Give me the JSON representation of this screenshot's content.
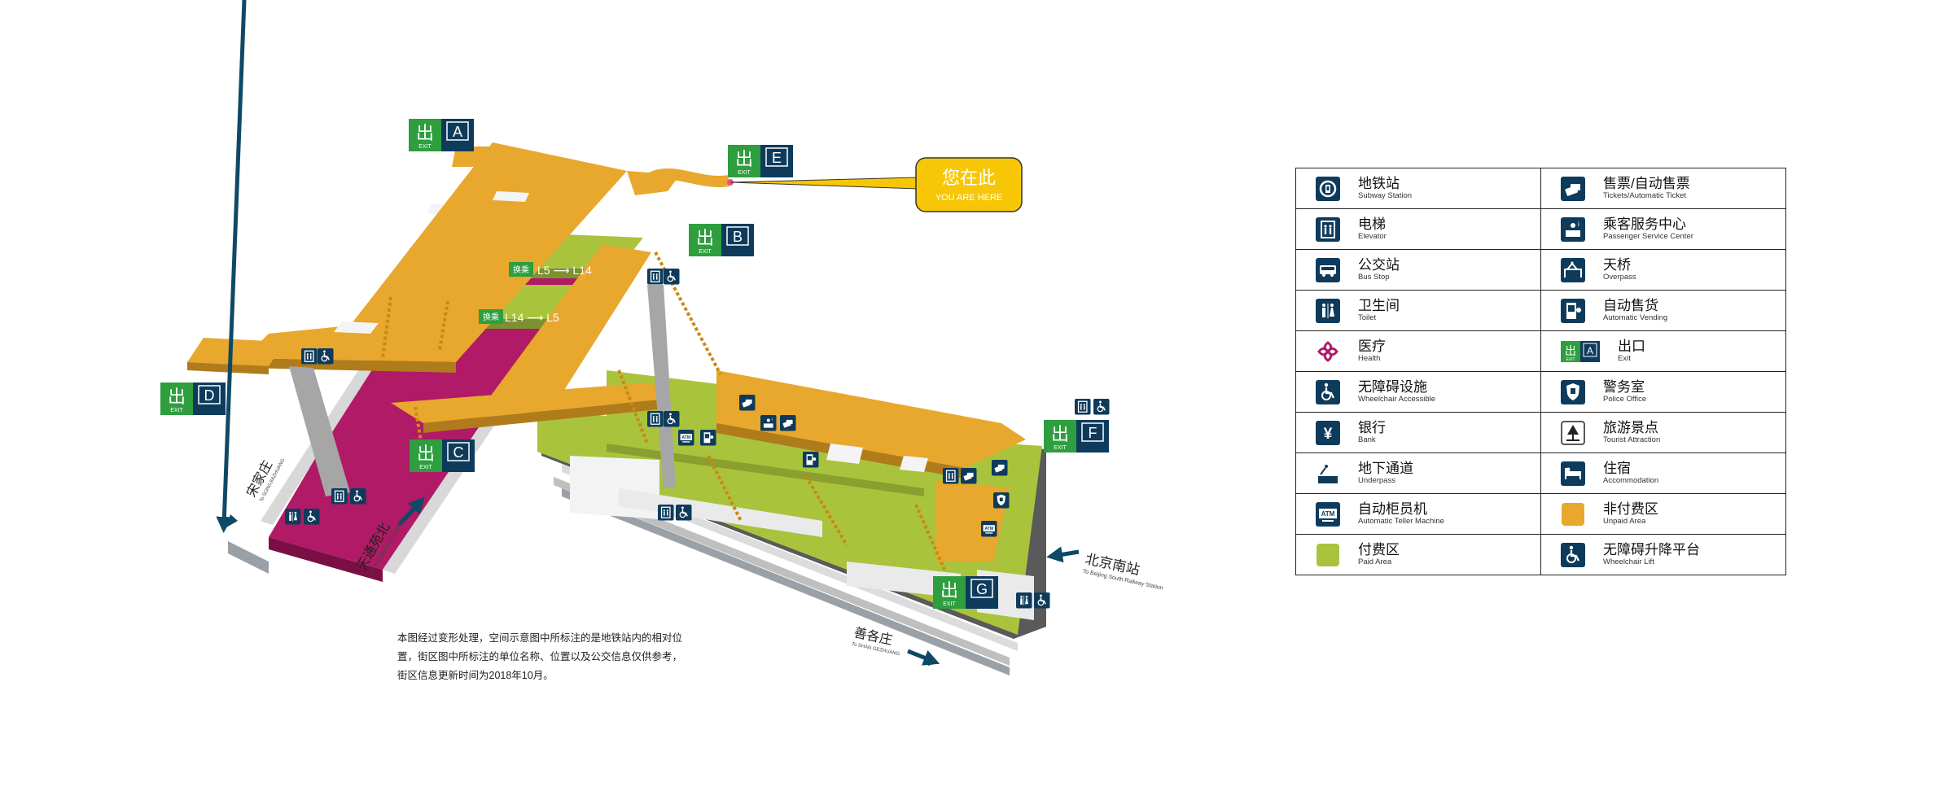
{
  "colors": {
    "unpaid": "#E8A72D",
    "paid": "#A9C33D",
    "platform": "#B01A66",
    "exit_green": "#2E9E3F",
    "navy": "#0E3B5C",
    "you_are_here": "#F7C707",
    "arrow": "#0E4966"
  },
  "exits": [
    {
      "letter": "A",
      "exit_label": "EXIT"
    },
    {
      "letter": "B",
      "exit_label": "EXIT"
    },
    {
      "letter": "C",
      "exit_label": "EXIT"
    },
    {
      "letter": "D",
      "exit_label": "EXIT"
    },
    {
      "letter": "E",
      "exit_label": "EXIT"
    },
    {
      "letter": "F",
      "exit_label": "EXIT"
    },
    {
      "letter": "G",
      "exit_label": "EXIT"
    }
  ],
  "exit_glyph": "出",
  "you_are_here": {
    "zh": "您在此",
    "en": "YOU ARE HERE"
  },
  "transfers": [
    {
      "label": "换乘",
      "route": "L5 ⟶ L14"
    },
    {
      "label": "换乘",
      "route": "L14 ⟶ L5"
    }
  ],
  "directions": [
    {
      "zh": "宋家庄",
      "en": "To SONGJIAZHUANG"
    },
    {
      "zh": "天通苑北",
      "en": "To TIANTONGYUAN NORTH"
    },
    {
      "zh": "北京南站",
      "en": "To Beijing South Railway Station"
    },
    {
      "zh": "善各庄",
      "en": "To SHAN GEZHUANG"
    }
  ],
  "note": "本图经过变形处理，空间示意图中所标注的是地铁站内的相对位置，街区图中所标注的单位名称、位置以及公交信息仅供参考，街区信息更新时间为2018年10月。",
  "legend": [
    [
      {
        "icon": "subway-station-icon",
        "zh": "地铁站",
        "en": "Subway Station"
      },
      {
        "icon": "tickets-icon",
        "zh": "售票/自动售票",
        "en": "Tickets/Automatic Ticket"
      }
    ],
    [
      {
        "icon": "elevator-icon",
        "zh": "电梯",
        "en": "Elevator"
      },
      {
        "icon": "service-center-icon",
        "zh": "乘客服务中心",
        "en": "Passenger Service Center"
      }
    ],
    [
      {
        "icon": "bus-stop-icon",
        "zh": "公交站",
        "en": "Bus Stop"
      },
      {
        "icon": "overpass-icon",
        "zh": "天桥",
        "en": "Overpass"
      }
    ],
    [
      {
        "icon": "toilet-icon",
        "zh": "卫生间",
        "en": "Toilet"
      },
      {
        "icon": "vending-icon",
        "zh": "自动售货",
        "en": "Automatic Vending"
      }
    ],
    [
      {
        "icon": "health-icon",
        "zh": "医疗",
        "en": "Health"
      },
      {
        "icon": "exit-icon",
        "zh": "出口",
        "en": "Exit"
      }
    ],
    [
      {
        "icon": "wheelchair-icon",
        "zh": "无障碍设施",
        "en": "Wheelchair Accessible"
      },
      {
        "icon": "police-icon",
        "zh": "警务室",
        "en": "Police Office"
      }
    ],
    [
      {
        "icon": "bank-icon",
        "zh": "银行",
        "en": "Bank"
      },
      {
        "icon": "tourist-attraction-icon",
        "zh": "旅游景点",
        "en": "Tourist Attraction"
      }
    ],
    [
      {
        "icon": "underpass-icon",
        "zh": "地下通道",
        "en": "Underpass"
      },
      {
        "icon": "accommodation-icon",
        "zh": "住宿",
        "en": "Accommodation"
      }
    ],
    [
      {
        "icon": "atm-icon",
        "zh": "自动柜员机",
        "en": "Automatic Teller Machine"
      },
      {
        "icon": "unpaid-area-swatch",
        "zh": "非付费区",
        "en": "Unpaid Area"
      }
    ],
    [
      {
        "icon": "paid-area-swatch",
        "zh": "付费区",
        "en": "Paid Area"
      },
      {
        "icon": "wheelchair-lift-icon",
        "zh": "无障碍升降平台",
        "en": "Wheelchair Lift"
      }
    ]
  ]
}
